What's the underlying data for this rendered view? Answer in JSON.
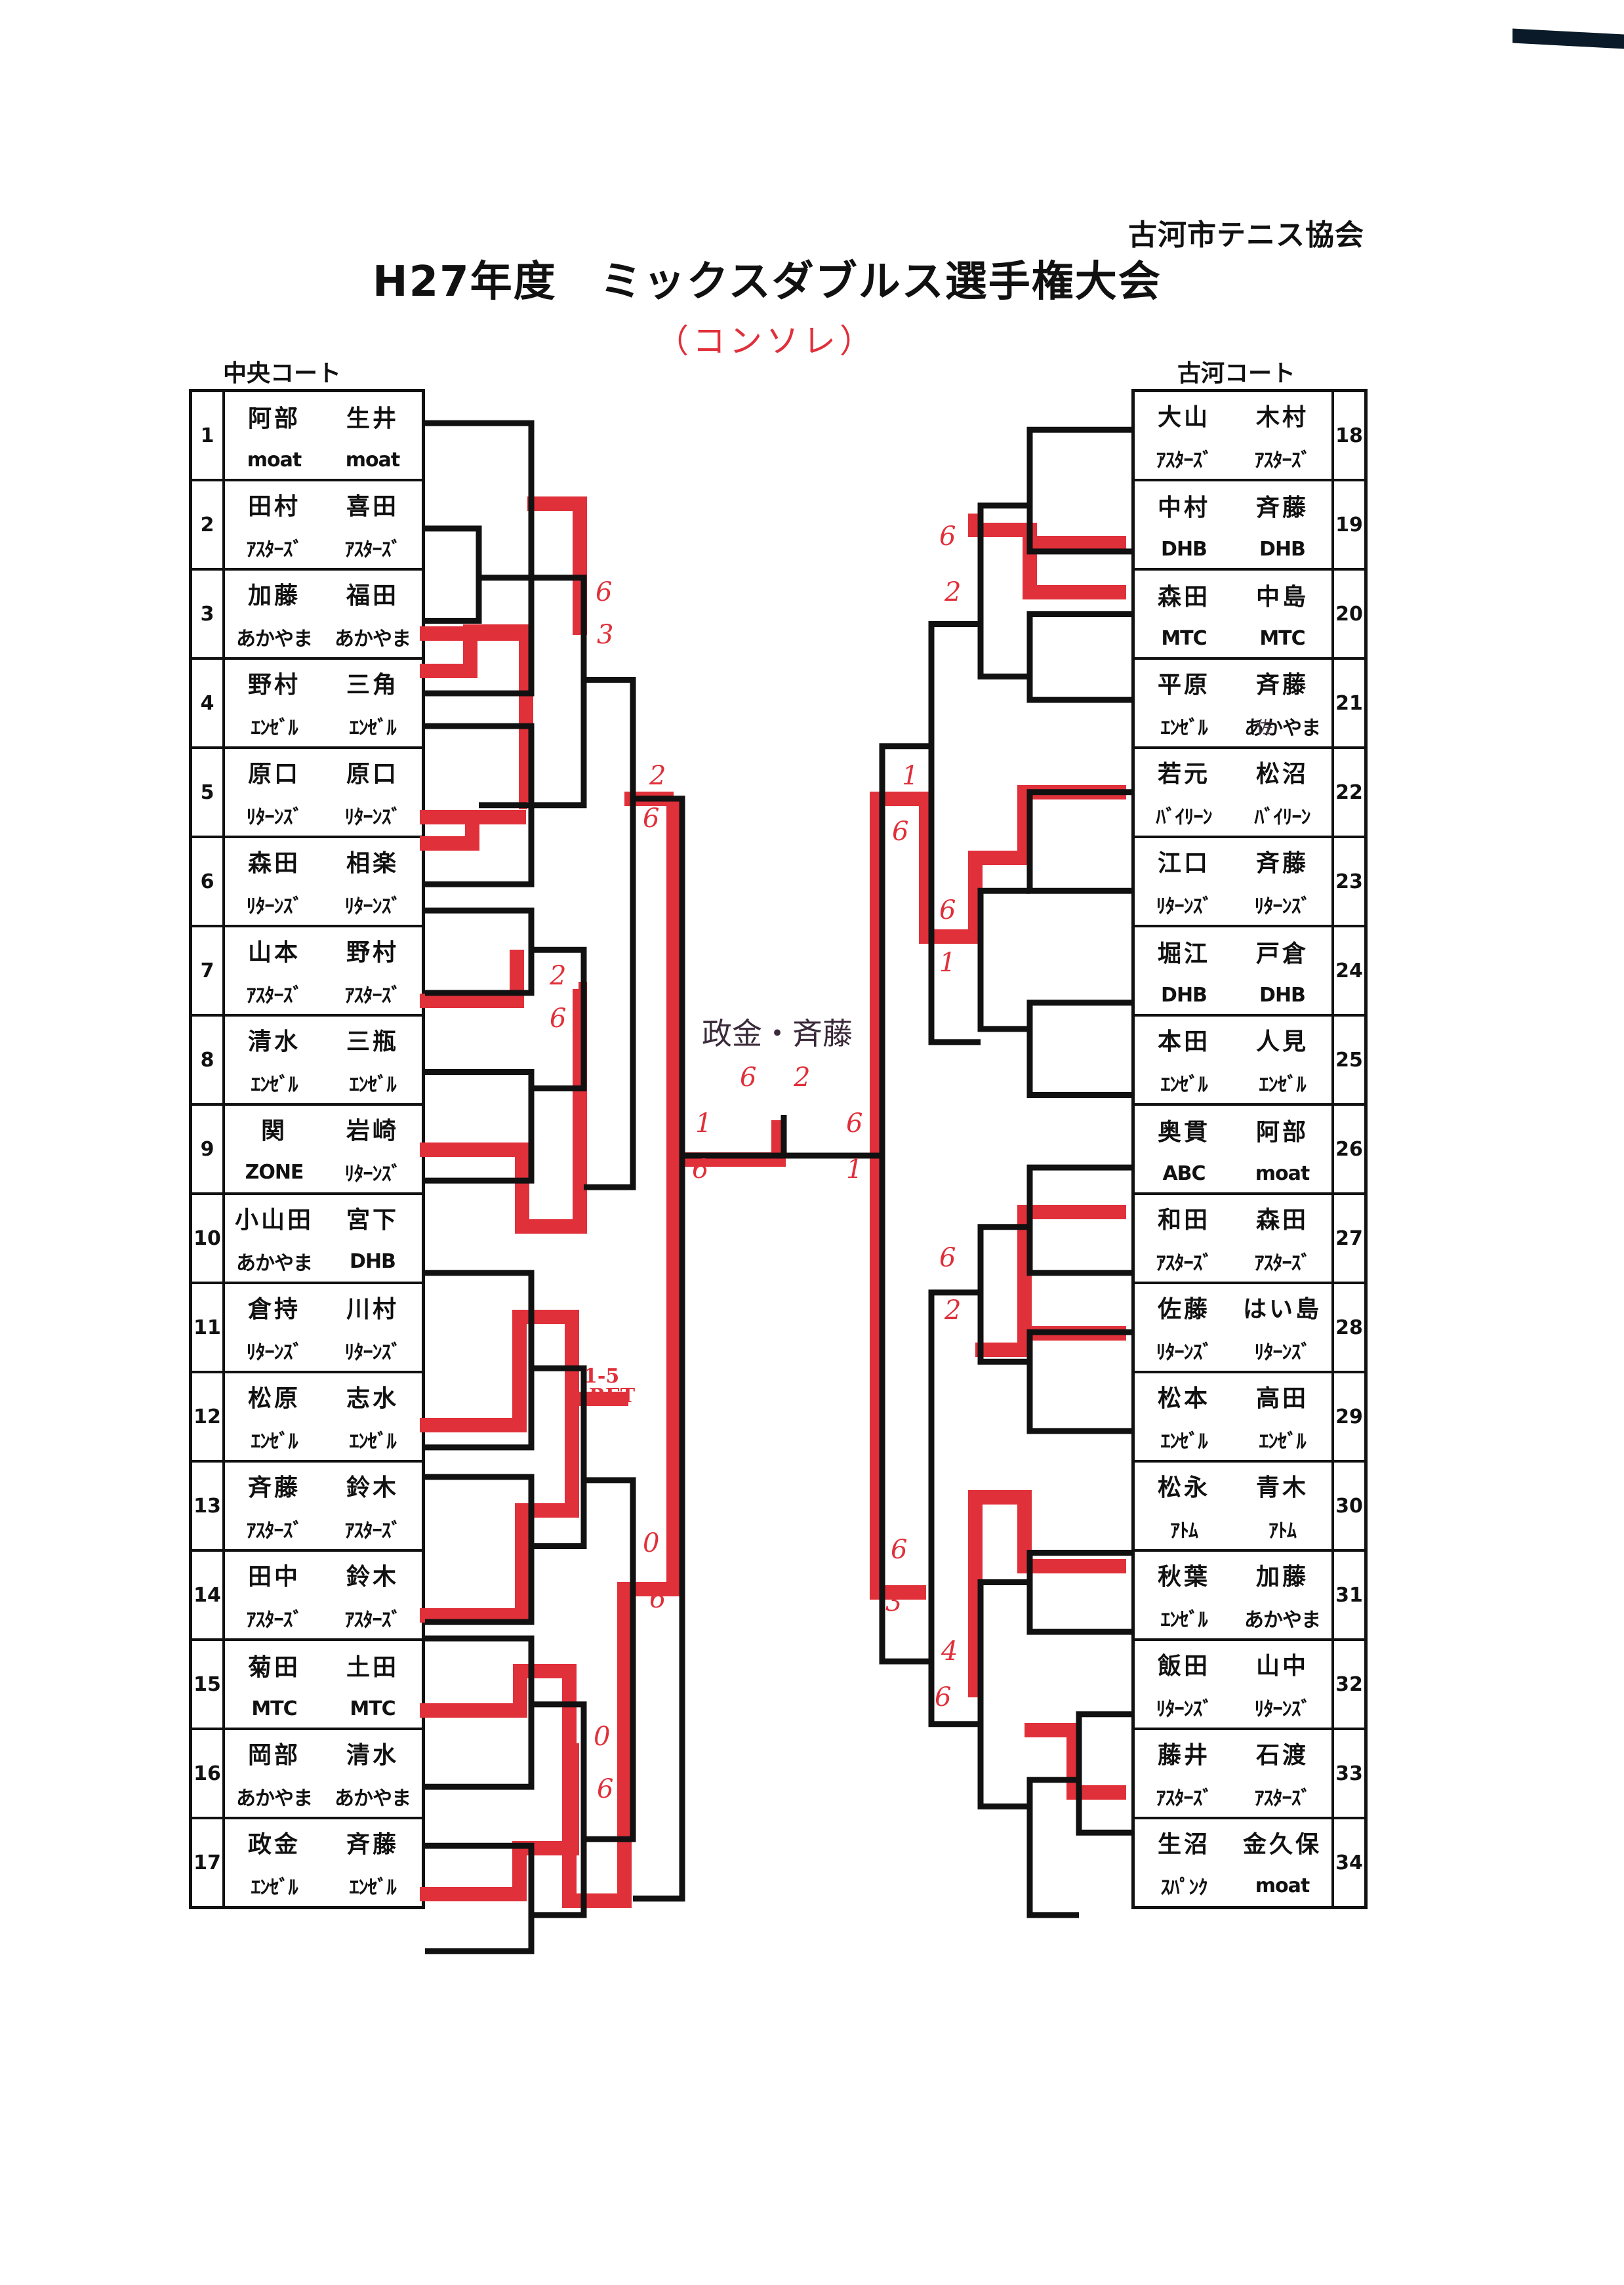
{
  "header": {
    "organizer": "古河市テニス協会",
    "title": "H27年度　ミックスダブルス選手権大会",
    "subtitle": "（コンソレ）"
  },
  "courts": {
    "left": "中央コート",
    "right": "古河コート"
  },
  "left_draw": [
    {
      "no": "1",
      "p1": "阿部",
      "p2": "生井",
      "c1": "moat",
      "c2": "moat"
    },
    {
      "no": "2",
      "p1": "田村",
      "p2": "喜田",
      "c1": "ｱｽﾀｰｽﾞ",
      "c2": "ｱｽﾀｰｽﾞ"
    },
    {
      "no": "3",
      "p1": "加藤",
      "p2": "福田",
      "c1": "あかやま",
      "c2": "あかやま"
    },
    {
      "no": "4",
      "p1": "野村",
      "p2": "三角",
      "c1": "ｴﾝｾﾞﾙ",
      "c2": "ｴﾝｾﾞﾙ"
    },
    {
      "no": "5",
      "p1": "原口",
      "p2": "原口",
      "c1": "ﾘﾀｰﾝｽﾞ",
      "c2": "ﾘﾀｰﾝｽﾞ"
    },
    {
      "no": "6",
      "p1": "森田",
      "p2": "相楽",
      "c1": "ﾘﾀｰﾝｽﾞ",
      "c2": "ﾘﾀｰﾝｽﾞ"
    },
    {
      "no": "7",
      "p1": "山本",
      "p2": "野村",
      "c1": "ｱｽﾀｰｽﾞ",
      "c2": "ｱｽﾀｰｽﾞ"
    },
    {
      "no": "8",
      "p1": "清水",
      "p2": "三瓶",
      "c1": "ｴﾝｾﾞﾙ",
      "c2": "ｴﾝｾﾞﾙ"
    },
    {
      "no": "9",
      "p1": "関",
      "p2": "岩崎",
      "c1": "ZONE",
      "c2": "ﾘﾀｰﾝｽﾞ"
    },
    {
      "no": "10",
      "p1": "小山田",
      "p2": "宮下",
      "c1": "あかやま",
      "c2": "DHB"
    },
    {
      "no": "11",
      "p1": "倉持",
      "p2": "川村",
      "c1": "ﾘﾀｰﾝｽﾞ",
      "c2": "ﾘﾀｰﾝｽﾞ"
    },
    {
      "no": "12",
      "p1": "松原",
      "p2": "志水",
      "c1": "ｴﾝｾﾞﾙ",
      "c2": "ｴﾝｾﾞﾙ"
    },
    {
      "no": "13",
      "p1": "斉藤",
      "p2": "鈴木",
      "c1": "ｱｽﾀｰｽﾞ",
      "c2": "ｱｽﾀｰｽﾞ"
    },
    {
      "no": "14",
      "p1": "田中",
      "p2": "鈴木",
      "c1": "ｱｽﾀｰｽﾞ",
      "c2": "ｱｽﾀｰｽﾞ"
    },
    {
      "no": "15",
      "p1": "菊田",
      "p2": "土田",
      "c1": "MTC",
      "c2": "MTC"
    },
    {
      "no": "16",
      "p1": "岡部",
      "p2": "清水",
      "c1": "あかやま",
      "c2": "あかやま"
    },
    {
      "no": "17",
      "p1": "政金",
      "p2": "斉藤",
      "c1": "ｴﾝｾﾞﾙ",
      "c2": "ｴﾝｾﾞﾙ"
    }
  ],
  "right_draw": [
    {
      "no": "18",
      "p1": "大山",
      "p2": "木村",
      "c1": "ｱｽﾀｰｽﾞ",
      "c2": "ｱｽﾀｰｽﾞ"
    },
    {
      "no": "19",
      "p1": "中村",
      "p2": "斉藤",
      "c1": "DHB",
      "c2": "DHB"
    },
    {
      "no": "20",
      "p1": "森田",
      "p2": "中島",
      "c1": "MTC",
      "c2": "MTC"
    },
    {
      "no": "21",
      "p1": "平原",
      "p2": "斉藤",
      "c1": "ｴﾝｾﾞﾙ",
      "c2": "あかやま",
      "note": "佐"
    },
    {
      "no": "22",
      "p1": "若元",
      "p2": "松沼",
      "c1": "ﾊﾞｲﾘｰﾝ",
      "c2": "ﾊﾞｲﾘｰﾝ"
    },
    {
      "no": "23",
      "p1": "江口",
      "p2": "斉藤",
      "c1": "ﾘﾀｰﾝｽﾞ",
      "c2": "ﾘﾀｰﾝｽﾞ"
    },
    {
      "no": "24",
      "p1": "堀江",
      "p2": "戸倉",
      "c1": "DHB",
      "c2": "DHB"
    },
    {
      "no": "25",
      "p1": "本田",
      "p2": "人見",
      "c1": "ｴﾝｾﾞﾙ",
      "c2": "ｴﾝｾﾞﾙ"
    },
    {
      "no": "26",
      "p1": "奥貫",
      "p2": "阿部",
      "c1": "ABC",
      "c2": "moat"
    },
    {
      "no": "27",
      "p1": "和田",
      "p2": "森田",
      "c1": "ｱｽﾀｰｽﾞ",
      "c2": "ｱｽﾀｰｽﾞ"
    },
    {
      "no": "28",
      "p1": "佐藤",
      "p2": "はい島",
      "c1": "ﾘﾀｰﾝｽﾞ",
      "c2": "ﾘﾀｰﾝｽﾞ"
    },
    {
      "no": "29",
      "p1": "松本",
      "p2": "高田",
      "c1": "ｴﾝｾﾞﾙ",
      "c2": "ｴﾝｾﾞﾙ"
    },
    {
      "no": "30",
      "p1": "松永",
      "p2": "青木",
      "c1": "ｱﾄﾑ",
      "c2": "ｱﾄﾑ"
    },
    {
      "no": "31",
      "p1": "秋葉",
      "p2": "加藤",
      "c1": "ｴﾝｾﾞﾙ",
      "c2": "あかやま"
    },
    {
      "no": "32",
      "p1": "飯田",
      "p2": "山中",
      "c1": "ﾘﾀｰﾝｽﾞ",
      "c2": "ﾘﾀｰﾝｽﾞ"
    },
    {
      "no": "33",
      "p1": "藤井",
      "p2": "石渡",
      "c1": "ｱｽﾀｰｽﾞ",
      "c2": "ｱｽﾀｰｽﾞ"
    },
    {
      "no": "34",
      "p1": "生沼",
      "p2": "金久保",
      "c1": "ｽﾊﾟﾝｸ",
      "c2": "moat"
    }
  ],
  "final": {
    "winner": "政金・斉藤",
    "score_left": "6",
    "score_right": "2"
  },
  "scores": {
    "left_qf_top_a": "6",
    "left_qf_top_b": "3",
    "left_qf_mid_a": "2",
    "left_qf_mid_b": "6",
    "left_sf_top_a": "2",
    "left_sf_top_b": "6",
    "left_qf_low_a": "1-5",
    "left_qf_low_ret": "RET",
    "left_qf_bot_a": "0",
    "left_qf_bot_b": "6",
    "left_sf_bot_a": "0",
    "left_sf_bot_b": "6",
    "left_final_a": "1",
    "left_final_b": "6",
    "right_final_a": "6",
    "right_final_b": "1",
    "right_qf_top_a": "6",
    "right_qf_top_b": "2",
    "right_qf_mid_a": "6",
    "right_qf_mid_b": "1",
    "right_sf_top_a": "1",
    "right_sf_top_b": "6",
    "right_qf_low_a": "6",
    "right_qf_low_b": "2",
    "right_sf_bot_a": "6",
    "right_sf_bot_b": "3",
    "right_qf_bot_a": "4",
    "right_qf_bot_b": "6"
  },
  "colors": {
    "ink": "#111111",
    "marker_red": "#e0303a",
    "pen": "#3a2a3a"
  }
}
